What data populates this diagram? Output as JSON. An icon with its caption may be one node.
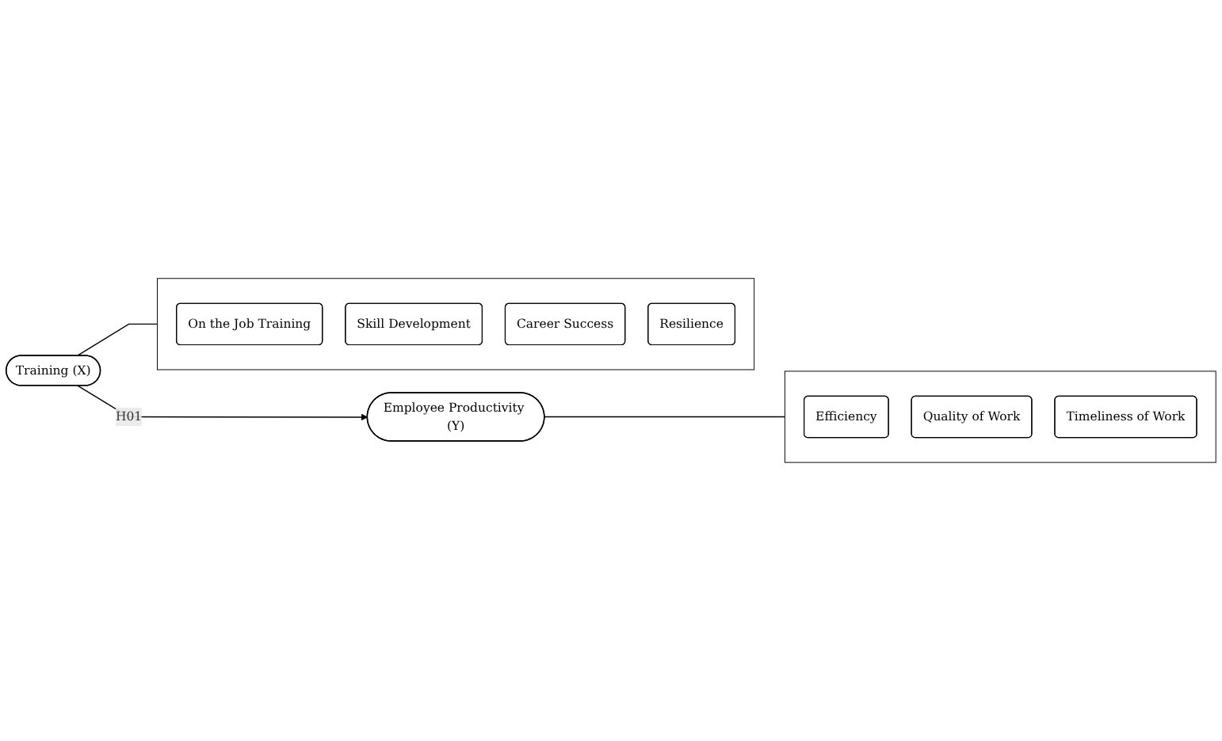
{
  "diagram": {
    "nodes": [
      {
        "text": [
          "Training (X)"
        ]
      },
      {
        "text": [
          "Employee Productivity (Y)"
        ]
      },
      {
        "text": [],
        "shape": "box"
      },
      {
        "text": [
          "On the Job Training"
        ],
        "in": 2
      },
      {
        "text": [
          "Skill Development"
        ],
        "in": 2
      },
      {
        "text": [
          "Career Success"
        ],
        "in": 2
      },
      {
        "text": [
          "Resilience"
        ],
        "in": 2
      },
      {
        "text": [],
        "shape": "box"
      },
      {
        "text": [
          "Efficiency"
        ],
        "in": 7
      },
      {
        "text": [
          "Quality of Work"
        ],
        "in": 7
      },
      {
        "text": [
          "Timeliness of Work"
        ],
        "in": 7
      }
    ],
    "edges": [
      {
        "from": 0,
        "to": 1,
        "arrow": "to",
        "label": "H01"
      },
      {
        "from": 0,
        "to": 2,
        "arrow": "none"
      },
      {
        "from": 1,
        "to": 7,
        "arrow": "none"
      }
    ]
  }
}
